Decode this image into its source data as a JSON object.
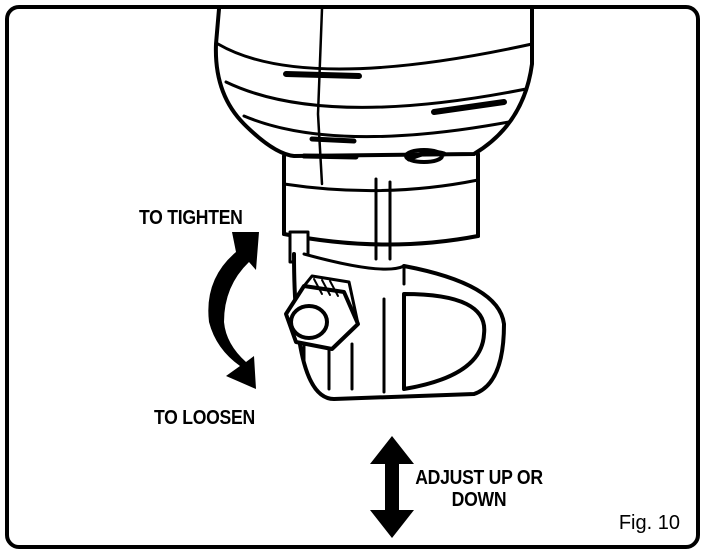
{
  "labels": {
    "tighten": "TO TIGHTEN",
    "loosen": "TO LOOSEN",
    "adjust_line1": "ADJUST UP OR",
    "adjust_line2": "DOWN"
  },
  "figure_number": "Fig. 10",
  "colors": {
    "line": "#000000",
    "background": "#ffffff"
  },
  "icons": [
    "curved-double-arrow-icon",
    "vertical-double-arrow-icon"
  ]
}
